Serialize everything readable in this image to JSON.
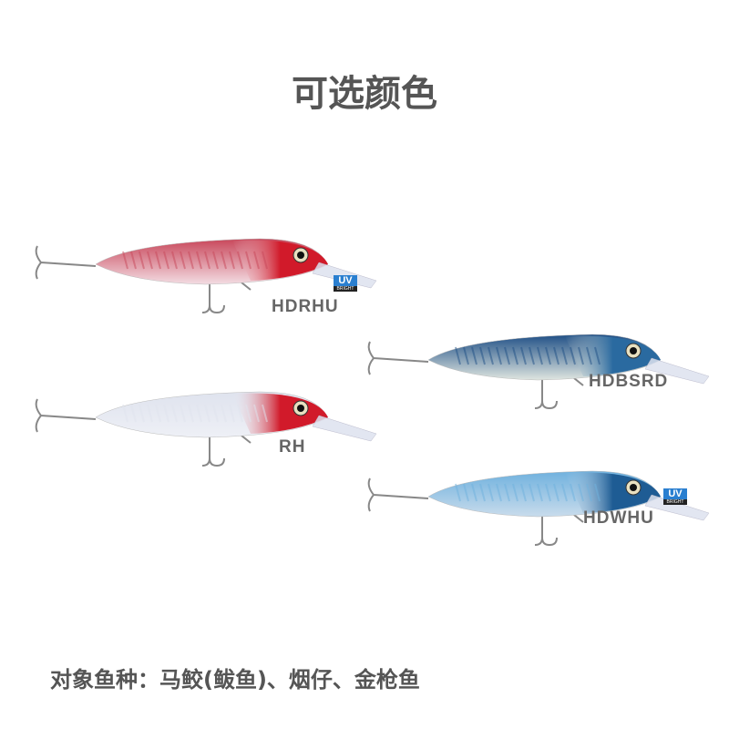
{
  "title": "可选颜色",
  "lures": [
    {
      "code": "HDRHU",
      "uv_bright": true,
      "colors": {
        "body": "#f3dde3",
        "head": "#d11a2a",
        "pattern": "#c8475a"
      }
    },
    {
      "code": "HDBSRD",
      "uv_bright": false,
      "colors": {
        "body": "#dfe6e0",
        "head": "#2a6aa0",
        "pattern": "#1f4f86"
      }
    },
    {
      "code": "RH",
      "uv_bright": false,
      "colors": {
        "body": "#eef0f6",
        "head": "#d11a2a",
        "pattern": "#dfe3ee"
      }
    },
    {
      "code": "HDWHU",
      "uv_bright": true,
      "colors": {
        "body": "#c9dcec",
        "head": "#1e5c94",
        "pattern": "#6fb1de"
      }
    }
  ],
  "uv_badge": {
    "top": "UV",
    "bottom": "BRIGHT"
  },
  "footer": "对象鱼种：马鲛(鲅鱼)、烟仔、金枪鱼"
}
